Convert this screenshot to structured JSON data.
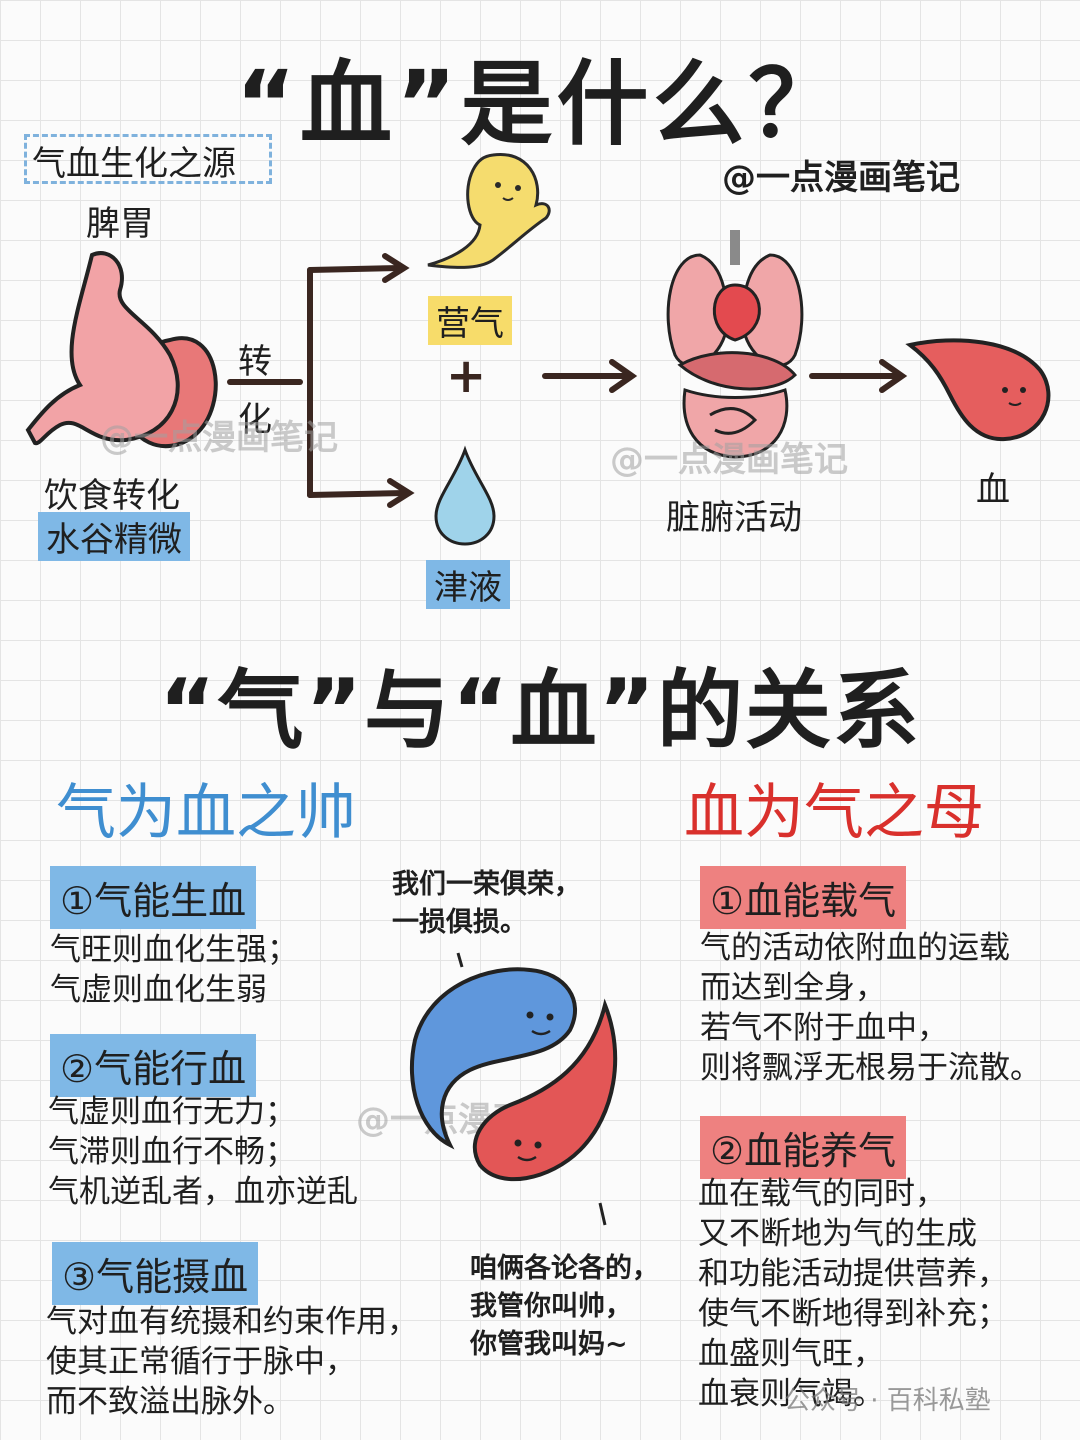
{
  "title_top": "“血”是什么？",
  "source_label": "气血生化之源",
  "spleen_label": "脾胃",
  "convert_label_1": "转",
  "convert_label_2": "化",
  "food_label": "饮食转化",
  "essence_label": "水谷精微",
  "ying_qi_label": "营气",
  "plus_sign": "+",
  "jin_ye_label": "津液",
  "author": "@一点漫画笔记",
  "organs_label": "脏腑活动",
  "blood_label": "血",
  "watermark": "@一点漫画笔记",
  "title_bottom": "“气”与“血”的关系",
  "left_section": {
    "title": "气为血之帅",
    "items": [
      {
        "badge": "①气能生血",
        "lines": [
          "气旺则血化生强；",
          "气虚则血化生弱"
        ]
      },
      {
        "badge": "②气能行血",
        "lines": [
          "气虚则血行无力；",
          "气滞则血行不畅；",
          "气机逆乱者，血亦逆乱"
        ]
      },
      {
        "badge": "③气能摄血",
        "lines": [
          "气对血有统摄和约束作用，",
          "使其正常循行于脉中，",
          "而不致溢出脉外。"
        ]
      }
    ]
  },
  "right_section": {
    "title": "血为气之母",
    "items": [
      {
        "badge": "①血能载气",
        "lines": [
          "气的活动依附血的运载",
          "而达到全身，",
          "若气不附于血中，",
          "则将飘浮无根易于流散。"
        ]
      },
      {
        "badge": "②血能养气",
        "lines": [
          "血在载气的同时，",
          "又不断地为气的生成",
          "和功能活动提供营养，",
          "使气不断地得到补充；",
          "血盛则气旺，",
          "血衰则气竭。"
        ]
      }
    ]
  },
  "speech_top": [
    "我们一荣俱荣，",
    "一损俱损。"
  ],
  "speech_bottom": [
    "咱俩各论各的，",
    "我管你叫帅，",
    "你管我叫妈~"
  ],
  "footer": "公众号 · 百科私塾",
  "colors": {
    "blue_highlight": "#7fb8e6",
    "yellow_highlight": "#f7dc6a",
    "red_highlight": "#ee8180",
    "blue_text": "#3f8ed0",
    "red_text": "#d9302c"
  }
}
